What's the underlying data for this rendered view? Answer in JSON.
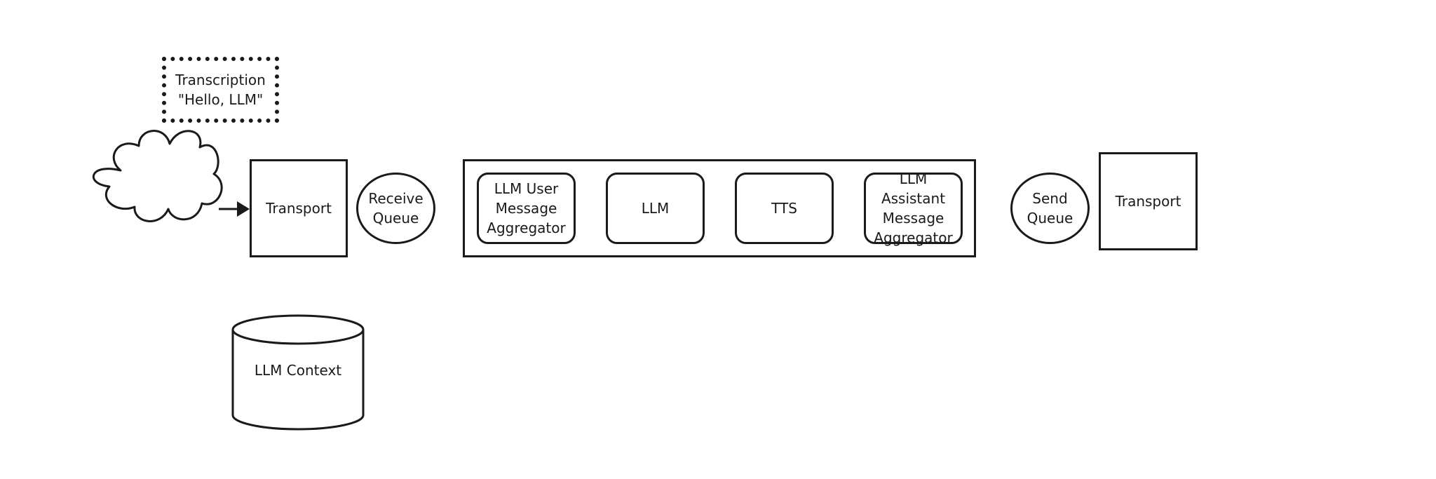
{
  "diagram": {
    "transcription_frame": {
      "line1": "Transcription",
      "line2": "\"Hello, LLM\""
    },
    "transport_in": "Transport",
    "receive_queue": "Receive\nQueue",
    "pipeline": {
      "user_aggregator": "LLM User\nMessage\nAggregator",
      "llm": "LLM",
      "tts": "TTS",
      "assistant_aggregator": "LLM Assistant\nMessage\nAggregator"
    },
    "send_queue": "Send\nQueue",
    "transport_out": "Transport",
    "llm_context": "LLM Context"
  },
  "colors": {
    "stroke": "#1a1a1a",
    "fill": "#ffffff",
    "text": "#1a1a1a"
  },
  "icons": {
    "cloud": "cloud-icon",
    "arrow": "arrow-right-icon",
    "database": "database-cylinder-icon"
  }
}
